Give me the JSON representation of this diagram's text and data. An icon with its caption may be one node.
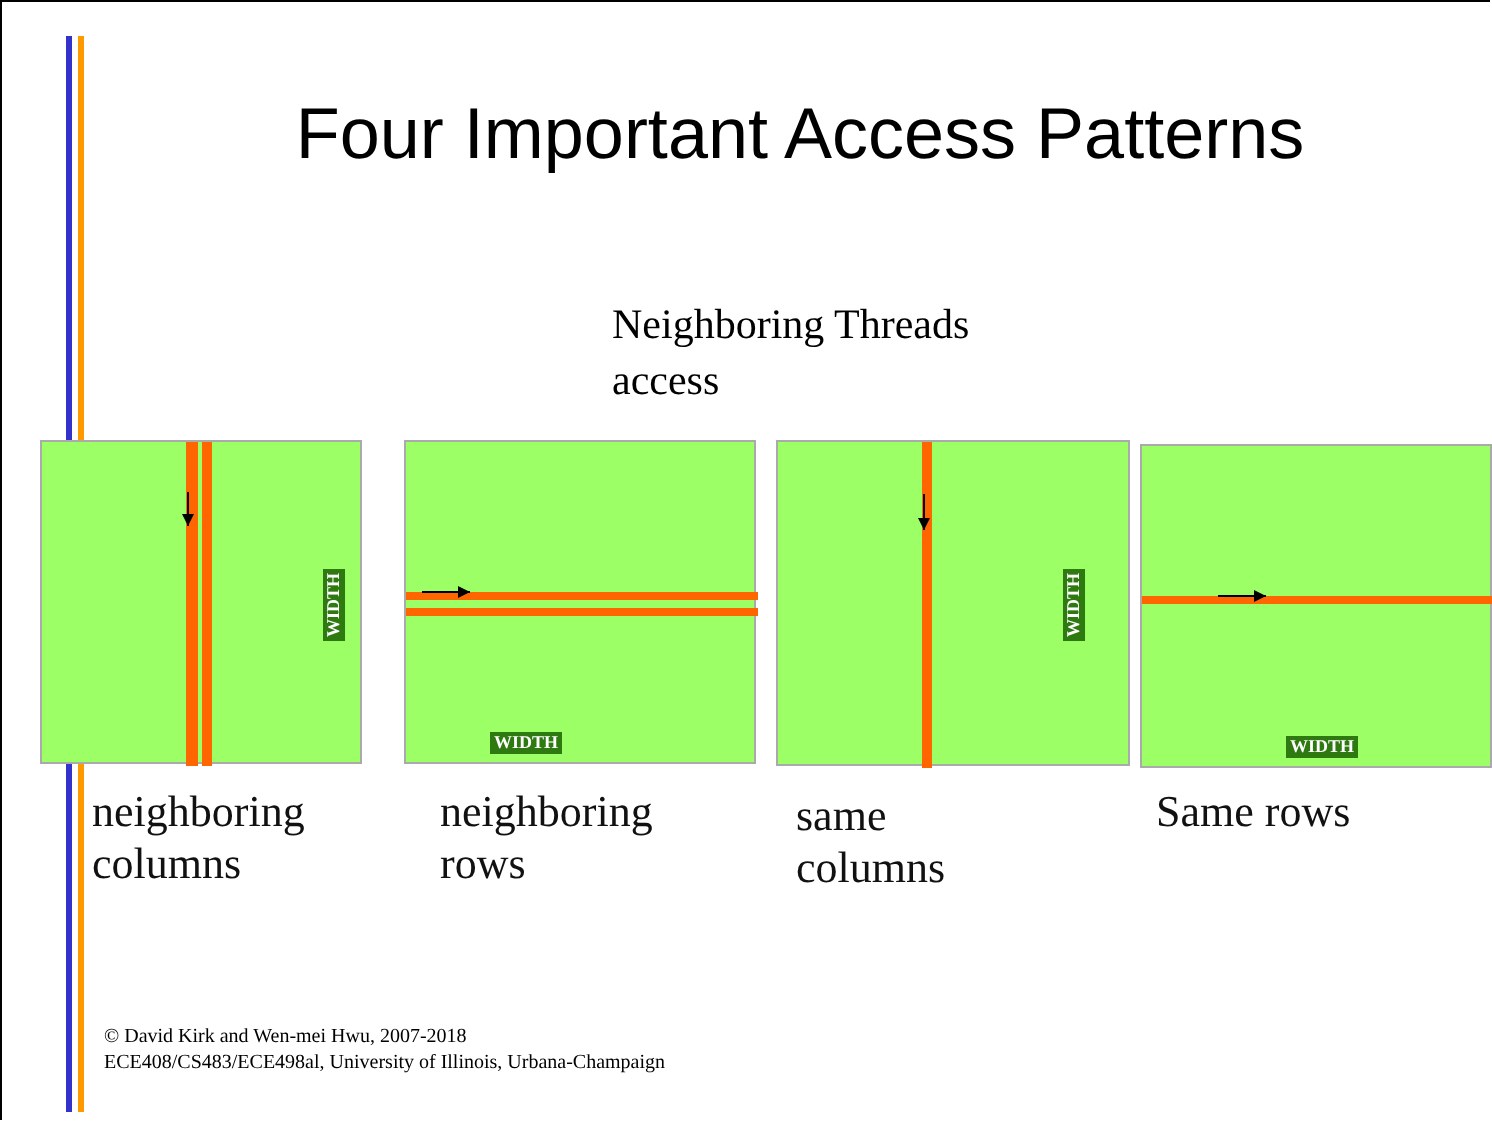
{
  "diagram": {
    "title": "Four Important Access Patterns",
    "nodes": [
      {
        "text": [
          "WIDTH"
        ],
        "beside": [
          "neighboring columns"
        ]
      },
      {
        "text": [
          "WIDTH"
        ],
        "beside": [
          "neighboring rows"
        ]
      },
      {
        "text": [
          "WIDTH"
        ],
        "beside": [
          "same columns"
        ]
      },
      {
        "text": [
          "WIDTH"
        ],
        "beside": [
          "Same rows"
        ]
      }
    ],
    "edges": [],
    "labels": [
      "Neighboring Threads access",
      "© David Kirk and Wen-mei Hwu, 2007-2018",
      "ECE408/CS483/ECE498al, University of Illinois, Urbana-Champaign"
    ]
  }
}
